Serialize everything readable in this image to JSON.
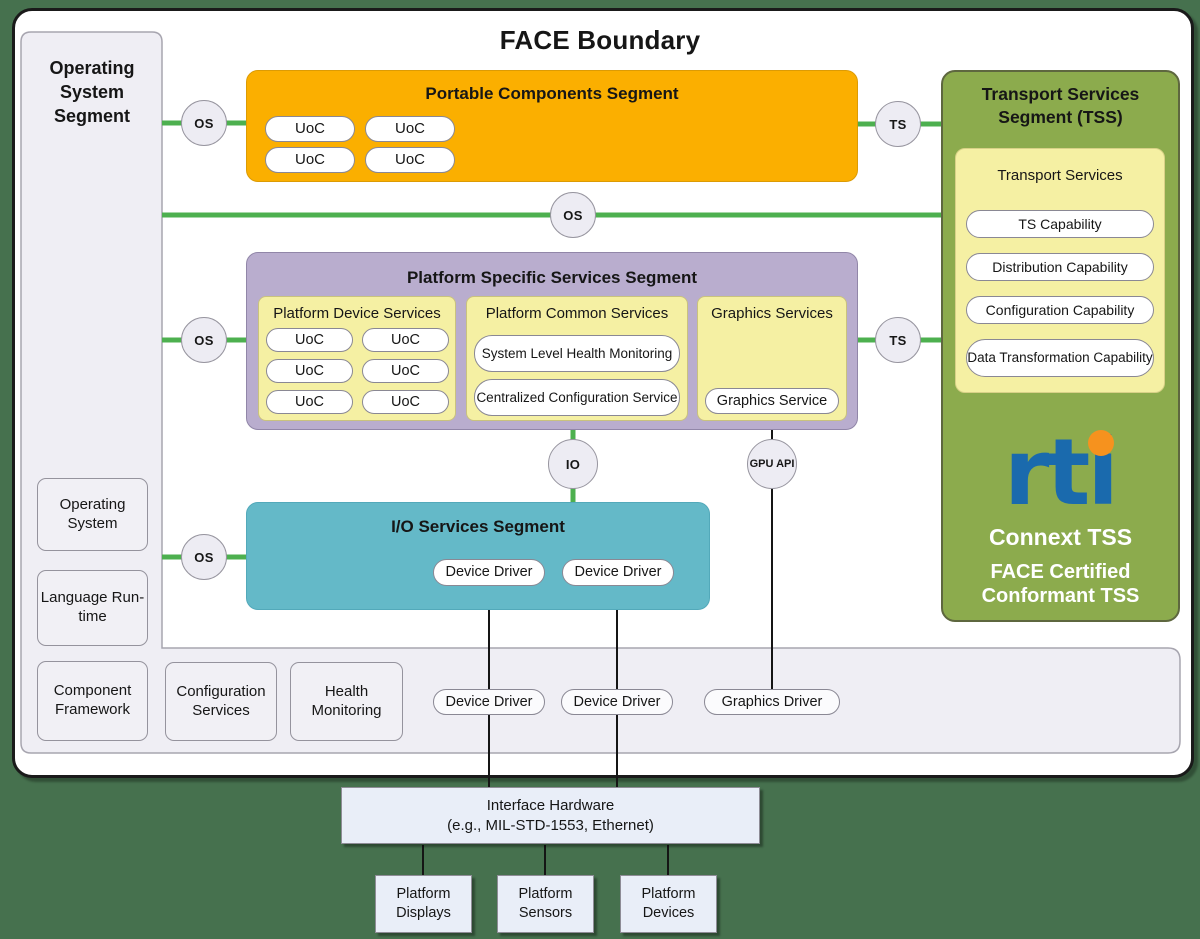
{
  "colors": {
    "background": "#46714E",
    "green_line": "#4DB04F",
    "portable_fill": "#FBAF00",
    "platform_fill": "#B9ADCE",
    "subbox_fill": "#F5F0A3",
    "io_fill": "#64B9C8",
    "tss_fill": "#8CAB4D",
    "gray_fill": "#F1F0F5",
    "rti_blue": "#1A6AAD",
    "rti_orange": "#F6921E"
  },
  "face_boundary_title": "FACE Boundary",
  "os_segment": {
    "title": "Operating System Segment",
    "boxes": [
      "Operating System",
      "Language Run-time",
      "Component Framework"
    ]
  },
  "portable_segment": {
    "title": "Portable Components Segment",
    "uocs": [
      "UoC",
      "UoC",
      "UoC",
      "UoC"
    ]
  },
  "platform_segment": {
    "title": "Platform Specific Services Segment",
    "device_services": {
      "title": "Platform Device Services",
      "uocs": [
        "UoC",
        "UoC",
        "UoC",
        "UoC",
        "UoC",
        "UoC"
      ]
    },
    "common_services": {
      "title": "Platform Common Services",
      "pills": [
        "System Level Health Monitoring",
        "Centralized Configuration Service"
      ]
    },
    "graphics_services": {
      "title": "Graphics Services",
      "pills": [
        "Graphics Service"
      ]
    }
  },
  "io_segment": {
    "title": "I/O Services Segment",
    "pills": [
      "Device Driver",
      "Device Driver"
    ]
  },
  "tss_segment": {
    "title": "Transport Services Segment (TSS)",
    "inner_title": "Transport Services",
    "capabilities": [
      "TS Capability",
      "Distribution Capability",
      "Configuration Capability",
      "Data Transformation Capability"
    ],
    "logo_text": "rti",
    "product_name": "Connext TSS",
    "certification": "FACE Certified Conformant TSS"
  },
  "bottom_strip": {
    "boxes": [
      "Configuration Services",
      "Health Monitoring"
    ],
    "pills": [
      "Device Driver",
      "Device Driver",
      "Graphics Driver"
    ]
  },
  "hardware": {
    "interface_line1": "Interface Hardware",
    "interface_line2": "(e.g., MIL-STD-1553, Ethernet)",
    "platform_boxes": [
      "Platform Displays",
      "Platform Sensors",
      "Platform Devices"
    ]
  },
  "connectors": {
    "os": "OS",
    "ts": "TS",
    "io": "IO",
    "gpu_api": "GPU API"
  }
}
